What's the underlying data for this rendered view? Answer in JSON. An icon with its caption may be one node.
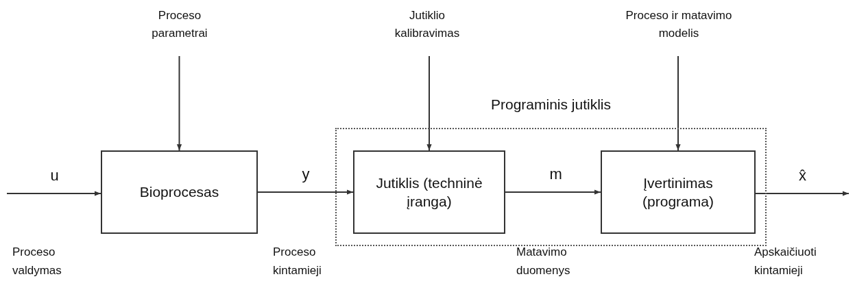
{
  "diagram": {
    "nodes": [
      {
        "text": [
          "Bioprocesas"
        ]
      },
      {
        "text": [
          "Programinis jutiklis"
        ]
      },
      {
        "text": [
          "Jutiklis (techninė įranga)"
        ],
        "in": 1
      },
      {
        "text": [
          "Įvertinimas (programa)"
        ],
        "in": 1
      },
      {
        "text": [
          "Proceso parametrai"
        ]
      },
      {
        "text": [
          "Jutiklio kalibravimas"
        ]
      },
      {
        "text": [
          "Proceso ir matavimo modelis"
        ]
      }
    ],
    "edges": [
      {
        "from": null,
        "to": 0,
        "arrow": "to",
        "label": "u"
      },
      {
        "from": 0,
        "to": 2,
        "arrow": "to",
        "label": "y"
      },
      {
        "from": 2,
        "to": 3,
        "arrow": "to",
        "label": "m"
      },
      {
        "from": 3,
        "to": null,
        "arrow": "to",
        "label": "x̂"
      },
      {
        "from": 4,
        "to": 0,
        "arrow": "to"
      },
      {
        "from": 5,
        "to": 2,
        "arrow": "to"
      },
      {
        "from": 6,
        "to": 3,
        "arrow": "to"
      }
    ],
    "labels": [
      "Proceso valdymas",
      "Proceso kintamieji",
      "Matavimo duomenys",
      "Apskaičiuoti kintamieji"
    ]
  }
}
